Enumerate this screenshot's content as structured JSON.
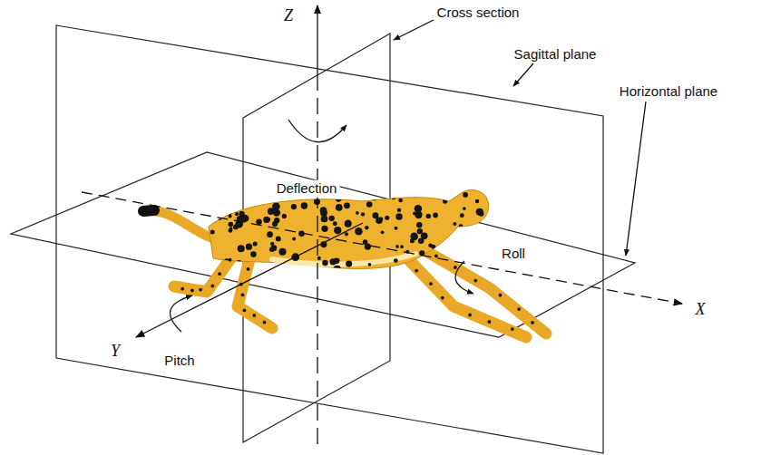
{
  "diagram": {
    "labels": [
      "Z",
      "Cross section",
      "Sagittal plane",
      "Deflection",
      "Horizontal plane",
      "Roll",
      "X",
      "Y",
      "Pitch"
    ]
  }
}
